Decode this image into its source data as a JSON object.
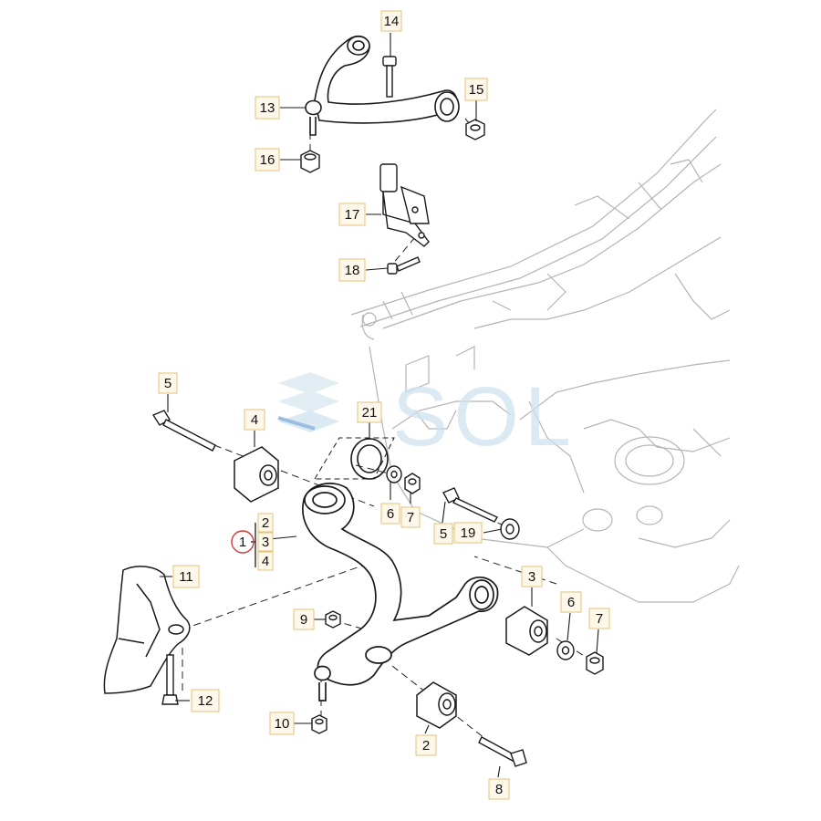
{
  "watermark": {
    "text": "SOL",
    "color": "#cfe3ee",
    "accent": "#7aa9d6"
  },
  "colors": {
    "line": "#1a1a1a",
    "part_fill": "#ffffff",
    "ghost_line": "#b0b0b0",
    "callout_border": "#e3c27a",
    "callout_fill": "#fdf8ea",
    "highlight_circle": "#d23a3a"
  },
  "callouts": [
    {
      "id": "14",
      "label": "14"
    },
    {
      "id": "15",
      "label": "15"
    },
    {
      "id": "13",
      "label": "13"
    },
    {
      "id": "16",
      "label": "16"
    },
    {
      "id": "17",
      "label": "17"
    },
    {
      "id": "18",
      "label": "18"
    },
    {
      "id": "5a",
      "label": "5"
    },
    {
      "id": "4",
      "label": "4"
    },
    {
      "id": "21",
      "label": "21"
    },
    {
      "id": "6a",
      "label": "6"
    },
    {
      "id": "7a",
      "label": "7"
    },
    {
      "id": "5b",
      "label": "5"
    },
    {
      "id": "19",
      "label": "19"
    },
    {
      "id": "1",
      "label": "1"
    },
    {
      "id": "g2",
      "label": "2"
    },
    {
      "id": "g3",
      "label": "3"
    },
    {
      "id": "g4",
      "label": "4"
    },
    {
      "id": "11",
      "label": "11"
    },
    {
      "id": "9",
      "label": "9"
    },
    {
      "id": "3",
      "label": "3"
    },
    {
      "id": "6b",
      "label": "6"
    },
    {
      "id": "7b",
      "label": "7"
    },
    {
      "id": "12",
      "label": "12"
    },
    {
      "id": "10",
      "label": "10"
    },
    {
      "id": "2",
      "label": "2"
    },
    {
      "id": "8",
      "label": "8"
    }
  ]
}
